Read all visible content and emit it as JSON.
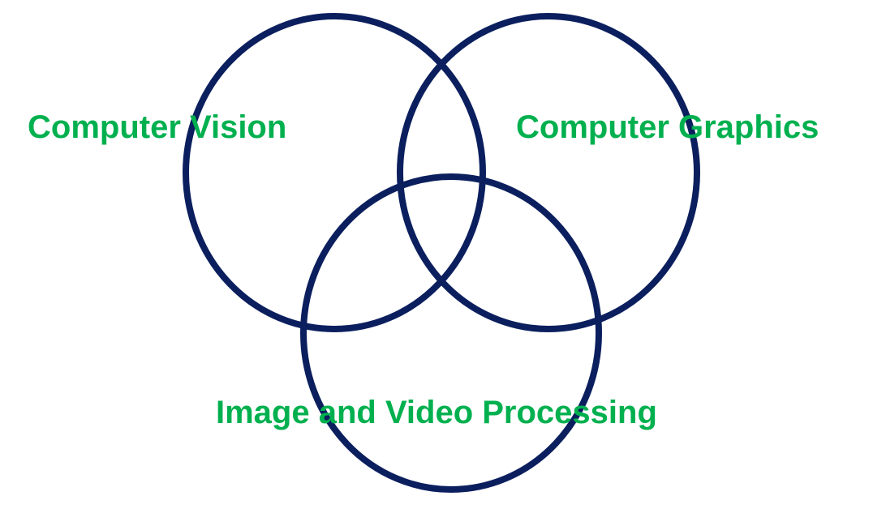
{
  "diagram": {
    "type": "venn",
    "sets": [
      {
        "id": "cv",
        "label": "Computer Vision"
      },
      {
        "id": "cg",
        "label": "Computer Graphics"
      },
      {
        "id": "ivp",
        "label": "Image and Video Processing"
      }
    ]
  },
  "colors": {
    "circle_stroke": "#0b1f5e",
    "label_text": "#00b04f",
    "background": "#ffffff"
  }
}
